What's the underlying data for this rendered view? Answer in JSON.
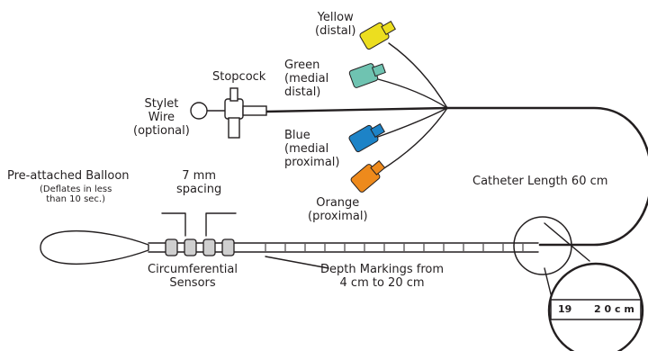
{
  "labels": {
    "yellow": [
      "Yellow",
      "(distal)"
    ],
    "green": [
      "Green",
      "(medial",
      "distal)"
    ],
    "blue": [
      "Blue",
      "(medial",
      "proximal)"
    ],
    "orange": [
      "Orange",
      "(proximal)"
    ],
    "stopcock": "Stopcock",
    "stylet": [
      "Stylet",
      "Wire",
      "(optional)"
    ],
    "balloon_title": "Pre-attached Balloon",
    "balloon_note": [
      "(Deflates in less",
      "than 10 sec.)"
    ],
    "spacing": [
      "7 mm",
      "spacing"
    ],
    "sensors": [
      "Circumferential",
      "Sensors"
    ],
    "depth": [
      "Depth Markings from",
      "4 cm to 20 cm"
    ],
    "catheter_length": "Catheter Length 60 cm"
  },
  "magnifier": {
    "left": "19",
    "right": "2 0 c m"
  },
  "colors": {
    "yellow": "#ecde1f",
    "green": "#6fc3b1",
    "blue": "#1d83c7",
    "orange": "#ee8a1c",
    "line": "#231f20"
  }
}
